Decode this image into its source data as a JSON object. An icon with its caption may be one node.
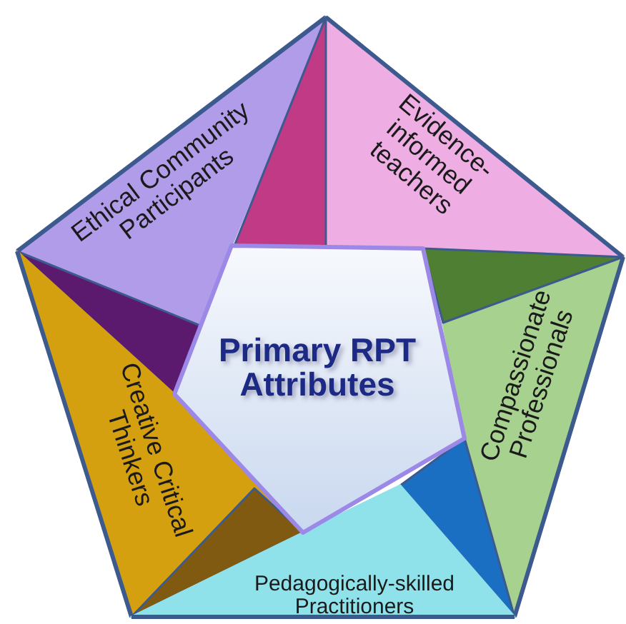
{
  "diagram": {
    "nodes": [
      {
        "text": [
          "Ethical Community Participants"
        ]
      },
      {
        "text": [
          "Evidence-informed teachers"
        ]
      },
      {
        "text": [
          "Creative Critical Thinkers"
        ]
      },
      {
        "text": [
          "Primary RPT Attributes"
        ]
      },
      {
        "text": [
          "Compassionate Professionals"
        ]
      },
      {
        "text": [
          "Pedagogically-skilled Practitioners"
        ]
      }
    ]
  }
}
